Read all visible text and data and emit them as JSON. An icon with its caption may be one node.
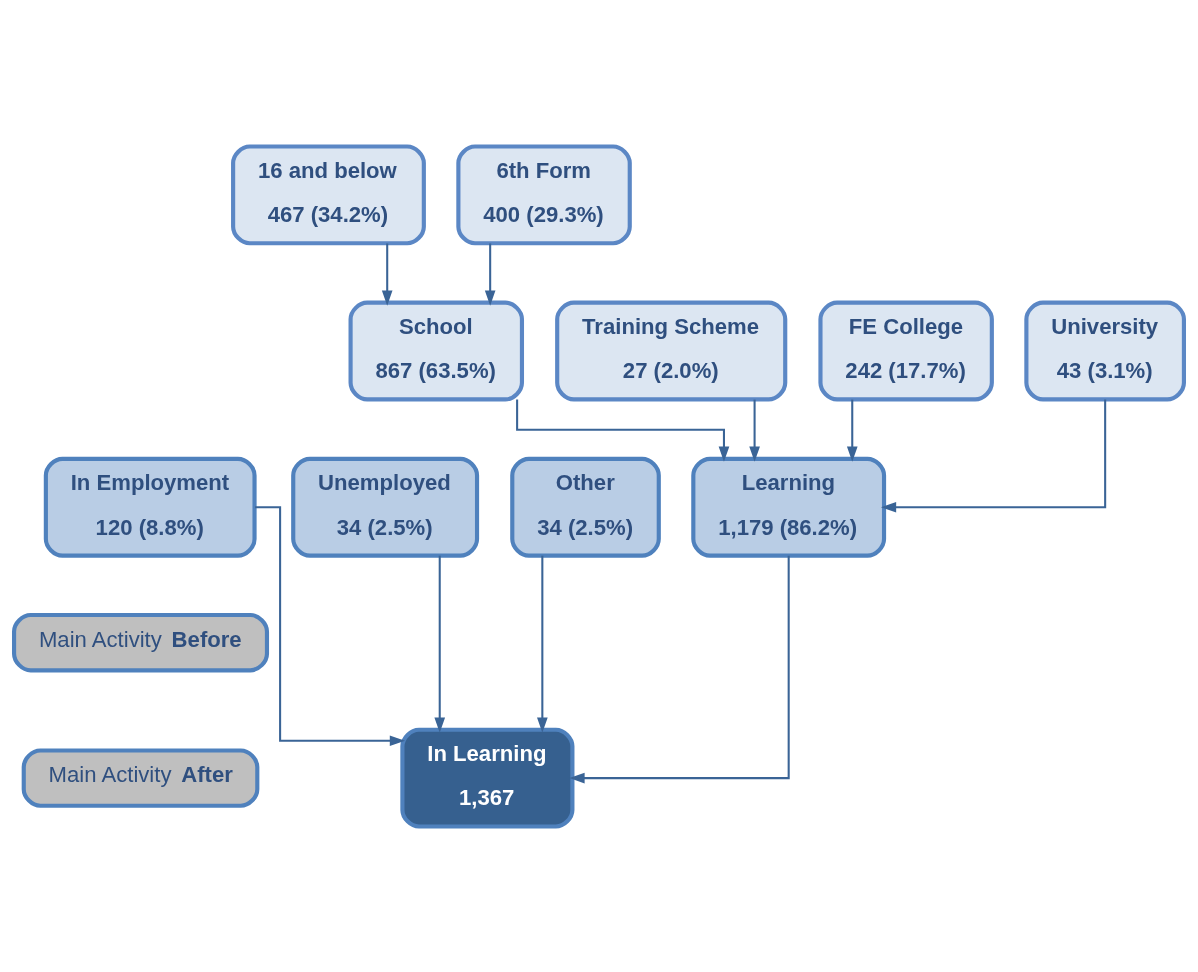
{
  "diagram": {
    "nodes": [
      {
        "text": [
          "16 and below",
          "467 (34.2%)"
        ]
      },
      {
        "text": [
          "6th Form",
          "400 (29.3%)"
        ]
      },
      {
        "text": [
          "Training Scheme",
          "27 (2.0%)"
        ]
      },
      {
        "text": [
          "School",
          "867 (63.5%)"
        ]
      },
      {
        "text": [
          "FE College",
          "242 (17.7%)"
        ]
      },
      {
        "text": [
          "University",
          "43 (3.1%)"
        ]
      },
      {
        "text": [
          "In Employment",
          "120 (8.8%)"
        ]
      },
      {
        "text": [
          "Learning",
          "1,179 (86.2%)"
        ]
      },
      {
        "text": [
          "Unemployed",
          "34 (2.5%)"
        ]
      },
      {
        "text": [
          "Other",
          "34 (2.5%)"
        ]
      },
      {
        "text": [
          "Main Activity **Before**"
        ]
      },
      {
        "text": [
          "Main Activity **After**"
        ]
      },
      {
        "text": [
          "In Learning",
          "1,367"
        ]
      }
    ],
    "edges": [
      {
        "from": 0,
        "to": 3,
        "arrow": "to"
      },
      {
        "from": 1,
        "to": 3,
        "arrow": "to"
      },
      {
        "from": 2,
        "to": 7,
        "arrow": "to"
      },
      {
        "from": 3,
        "to": 7,
        "arrow": "to"
      },
      {
        "from": 4,
        "to": 7,
        "arrow": "to"
      },
      {
        "from": 5,
        "to": 7,
        "arrow": "to"
      },
      {
        "from": 6,
        "to": 12,
        "arrow": "to"
      },
      {
        "from": 7,
        "to": 12,
        "arrow": "to"
      },
      {
        "from": 8,
        "to": 12,
        "arrow": "to"
      },
      {
        "from": 9,
        "to": 12,
        "arrow": "to"
      }
    ]
  }
}
